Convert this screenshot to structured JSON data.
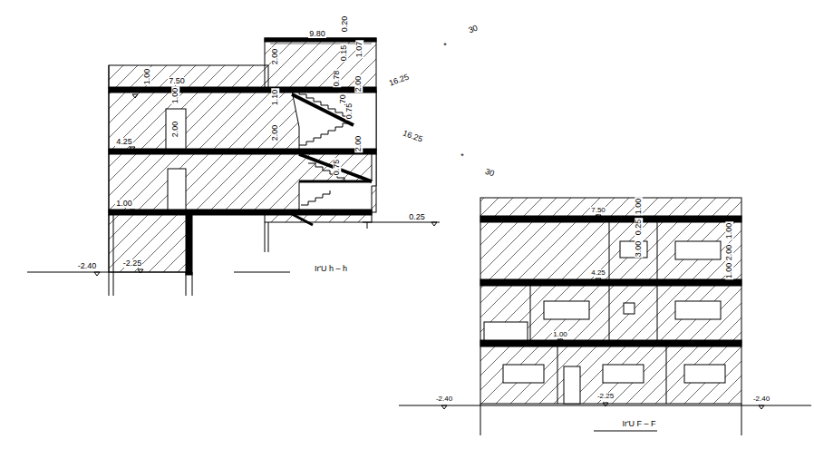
{
  "diagram": {
    "labels": [
      "9.80",
      "1.00",
      "7.50",
      "2.00",
      "1.10",
      "2.00",
      "0.20",
      "1.07",
      "0.15",
      "0.78",
      "2.00",
      ".70",
      "0.75",
      "2.00",
      "0.75",
      "16.25",
      "16.25",
      "30",
      "30",
      "*",
      "*",
      "1.00",
      "2.00",
      "4.25",
      "1.00",
      "-2.40",
      "-2.25",
      "0.25",
      "Ir'U h – h",
      "7.50",
      "1.00",
      "0.25",
      "3.00",
      "1.00",
      "2.00",
      "1.00",
      "4.25",
      "1.00",
      "-2.40",
      "-2.25",
      "-2.40",
      "Ir'U F – F"
    ]
  }
}
